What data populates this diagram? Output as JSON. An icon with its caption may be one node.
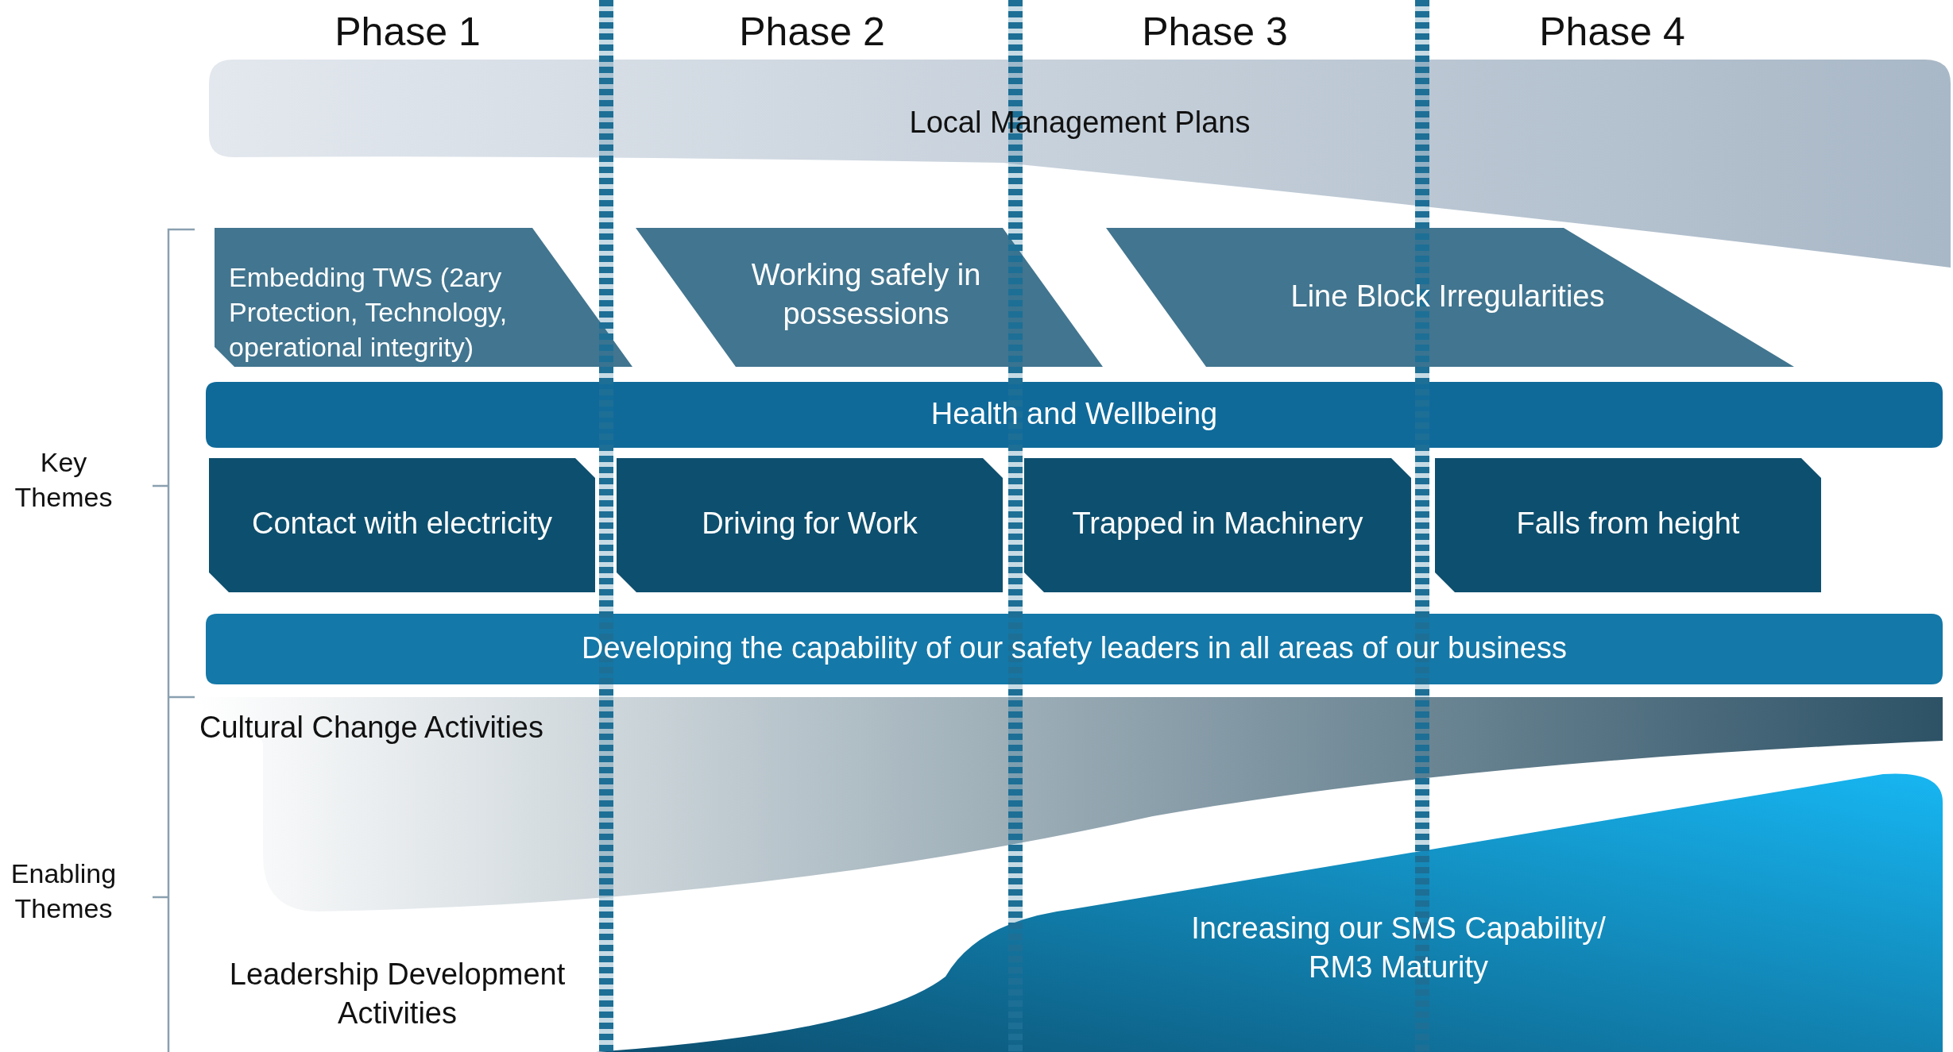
{
  "diagram": {
    "nodes": [
      {
        "text": [
          "Local Management Plans"
        ]
      },
      {
        "text": [
          "Embedding TWS (2ary Protection, Technology, operational integrity)"
        ]
      },
      {
        "text": [
          "Working safely in possessions"
        ]
      },
      {
        "text": [
          "Line Block Irregularities"
        ]
      },
      {
        "text": [
          "Health and Wellbeing"
        ]
      },
      {
        "text": [
          "Contact with electricity"
        ]
      },
      {
        "text": [
          "Driving for Work"
        ]
      },
      {
        "text": [
          "Trapped in Machinery"
        ]
      },
      {
        "text": [
          "Falls from height"
        ]
      },
      {
        "text": [
          "Developing the capability of our safety leaders in all areas of our business"
        ]
      },
      {
        "text": [
          "Cultural Change Activities"
        ]
      },
      {
        "text": [
          "Increasing our SMS Capability/ RM3 Maturity"
        ]
      },
      {
        "text": [],
        "shape": "bar"
      },
      {
        "text": [],
        "shape": "bar"
      },
      {
        "text": [],
        "shape": "bar"
      }
    ],
    "labels": [
      "Phase 1",
      "Phase 2",
      "Phase 3",
      "Phase 4",
      "Key Themes",
      "Enabling Themes",
      "Leadership Development Activities"
    ]
  }
}
